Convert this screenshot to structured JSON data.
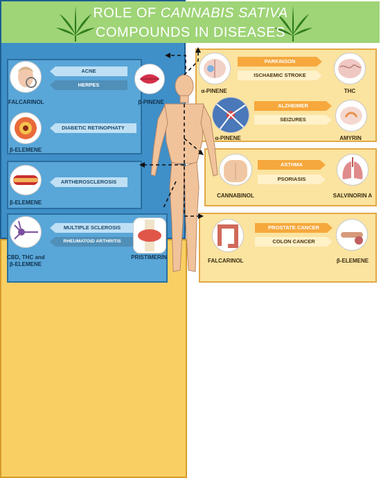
{
  "header": {
    "title_line1_a": "ROLE OF ",
    "title_line1_b": "CANNABIS SATIVA",
    "title_line2": "COMPOUNDS IN DISEASES",
    "color": "#9fd477"
  },
  "left": {
    "color": "#3f8fc8",
    "group1": {
      "diseases": [
        "ACNE",
        "HERPES"
      ],
      "compound_left": "FALCARINOL",
      "compound_right": "β-PINENE",
      "disease2": "DIABETIC RETINOPHATY",
      "compound_bottom": "β-ELEMENE"
    },
    "group2": {
      "disease": "ARTHEROSCLEROSIS",
      "compound": "β-ELEMENE"
    },
    "group3": {
      "diseases": [
        "MULTIPLE SCLEROSIS",
        "RHEUMATOID ARTHRITIS"
      ],
      "compound_left": "CBD, THC and",
      "compound_left2": "β-ELEMENE",
      "compound_right": "PRISTIMERIN"
    }
  },
  "right": {
    "color": "#f9cf63",
    "group1": {
      "diseases": [
        "PARKINSON",
        "ISCHAEMIC STROKE"
      ],
      "compound_left": "α-PINENE",
      "compound_right": "THC"
    },
    "group2": {
      "diseases": [
        "ALZHEIMER",
        "SEIZURES"
      ],
      "compound_left": "α-PINENE",
      "compound_right": "AMYRIN"
    },
    "group3": {
      "diseases": [
        "ASTHMA",
        "PSORIASIS"
      ],
      "compound_left": "CANNABINOL",
      "compound_right": "SALVINORIN A"
    },
    "group4": {
      "diseases": [
        "PROSTATE CANCER",
        "COLON CANCER"
      ],
      "compound_left": "FALCARINOL",
      "compound_right": "β-ELEMENE"
    }
  }
}
